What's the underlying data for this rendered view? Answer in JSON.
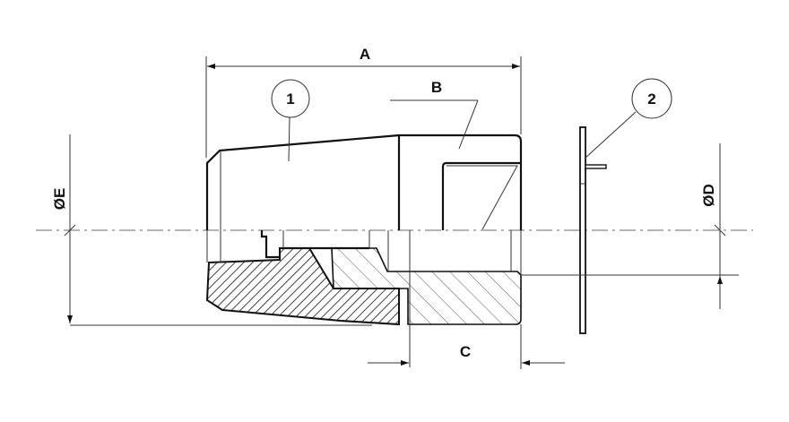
{
  "drawing": {
    "dimension_labels": {
      "a": "A",
      "b": "B",
      "c": "C",
      "d": "ØD",
      "e": "ØE"
    },
    "balloons": [
      {
        "label": "1"
      },
      {
        "label": "2"
      }
    ],
    "colors": {
      "line": "#111111",
      "centerline": "#888888",
      "hatch": "#222222"
    }
  }
}
